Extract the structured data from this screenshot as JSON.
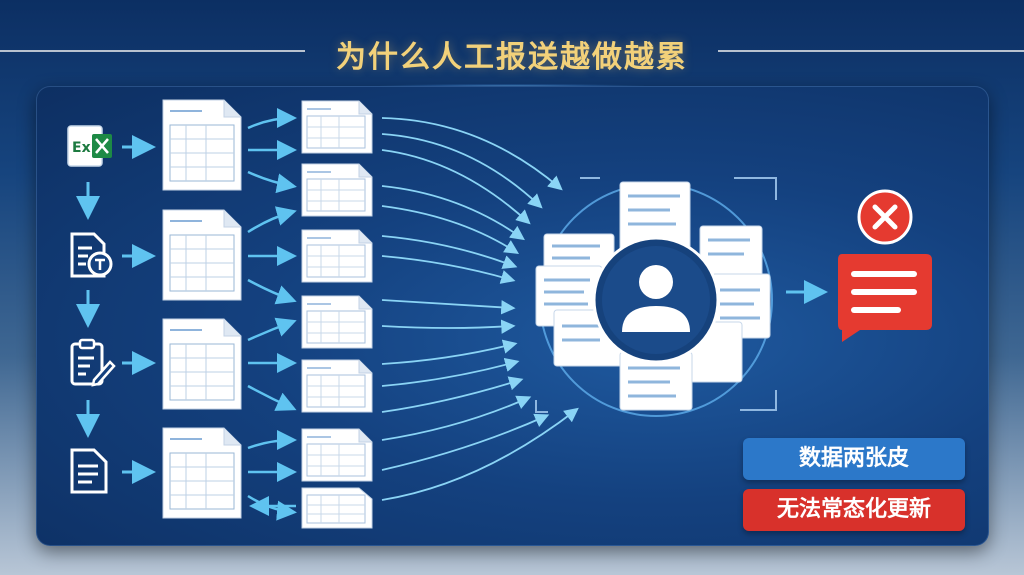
{
  "title": "为什么人工报送越做越累",
  "tags": {
    "data_split": "数据两张皮",
    "cannot_update": "无法常态化更新"
  },
  "icons": {
    "source_1": "excel-icon",
    "source_2": "document-tool-icon",
    "source_3": "clipboard-edit-icon",
    "source_4": "text-document-icon",
    "center": "user-avatar-icon",
    "error": "close-x-icon",
    "message": "message-bubble-icon"
  },
  "excel_label": "Ex",
  "colors": {
    "title_gold": "#f2d17a",
    "arrow_blue": "#5fc3f0",
    "error_red": "#e53a30",
    "tag_blue": "#2c78c9",
    "tag_red": "#d8312b"
  }
}
